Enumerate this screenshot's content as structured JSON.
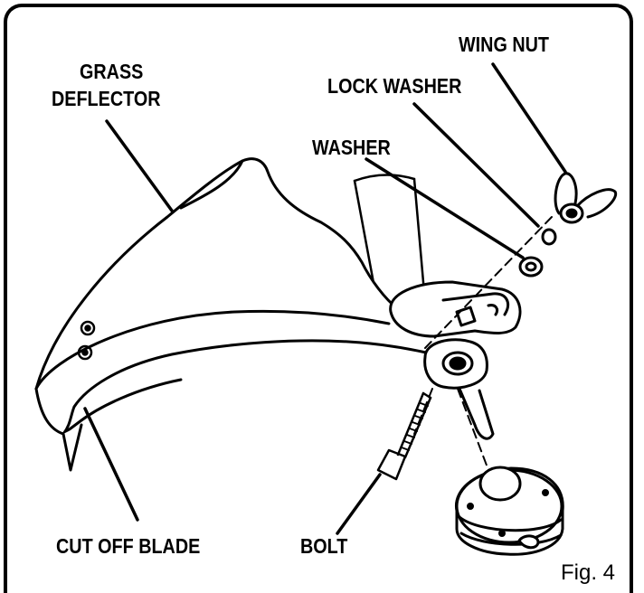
{
  "labels": {
    "grass_deflector": [
      "GRASS",
      "DEFLECTOR"
    ],
    "wing_nut": "WING NUT",
    "lock_washer": "LOCK WASHER",
    "washer": "WASHER",
    "cut_off_blade": "CUT OFF BLADE",
    "bolt": "BOLT"
  },
  "figure_caption": "Fig. 4",
  "colors": {
    "line": "#000000",
    "background": "#ffffff"
  }
}
